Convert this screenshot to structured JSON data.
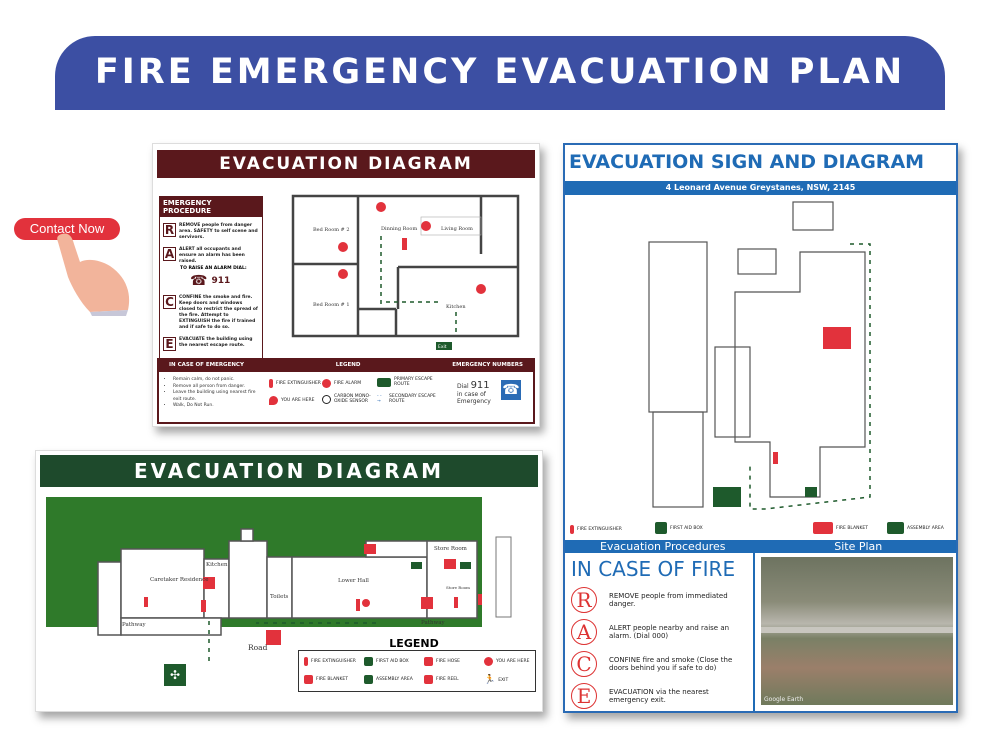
{
  "banner": {
    "title": "FIRE EMERGENCY EVACUATION PLAN"
  },
  "contact": {
    "label": "Contact Now"
  },
  "card1": {
    "title": "EVACUATION DIAGRAM",
    "procedure": {
      "title": "EMERGENCY PROCEDURE",
      "steps": [
        {
          "letter": "R",
          "text": "REMOVE people from danger area. SAFETY to self scene and servivors."
        },
        {
          "letter": "A",
          "text": "ALERT all occupants and ensure an alarm has been raised."
        },
        {
          "letter": "C",
          "text": "CONFINE the smoke and fire. Keep doors and windows closed to restrict the spread of the fire. Attempt to EXTINGUISH the fire if trained and if safe to do so."
        },
        {
          "letter": "E",
          "text": "EVACUATE the building using the nearest escape route."
        }
      ],
      "alarm_label": "TO RAISE AN ALARM DIAL:",
      "alarm_number": "911"
    },
    "rooms": [
      "Bed Room # 2",
      "Dinning Room",
      "Living Room",
      "Bed Room # 1",
      "Kitchen"
    ],
    "exit_label": "Exit",
    "band": {
      "left": "IN CASE OF EMERGENCY",
      "middle": "LEGEND",
      "right": "EMERGENCY NUMBERS"
    },
    "emergency_tips": [
      "Remain calm, do not panic.",
      "Remove all person from danger.",
      "Leave the building using nearest fire exit route.",
      "Walk, Do Not Run."
    ],
    "legend": [
      "FIRE EXTINGUISHER",
      "FIRE ALARM",
      "PRIMARY ESCAPE ROUTE",
      "YOU ARE HERE",
      "CARBON MONO-OXIDE SENSOR",
      "SECONDARY ESCAPE ROUTE"
    ],
    "numbers": {
      "dial": "Dial",
      "number": "911",
      "caption": "in case of Emergency"
    }
  },
  "card2": {
    "title": "EVACUATION DIAGRAM",
    "rooms": [
      "Caretaker Residence",
      "Kitchen",
      "Toilets",
      "Lower Hall",
      "Store Room",
      "Store Room",
      "Pathway",
      "Pathway",
      "Road"
    ],
    "legend_title": "LEGEND",
    "legend": [
      "FIRE EXTINGUISHER",
      "FIRST AID BOX",
      "FIRE HOSE",
      "YOU ARE HERE",
      "FIRE BLANKET",
      "ASSEMBLY AREA",
      "FIRE REEL",
      "EXIT"
    ]
  },
  "card3": {
    "title": "EVACUATION SIGN AND DIAGRAM",
    "address": "4 Leonard Avenue Greystanes, NSW, 2145",
    "legend": [
      "FIRE EXTINGUISHER",
      "FIRST AID BOX",
      "FIRE BLANKET",
      "ASSEMBLY AREA"
    ],
    "sections": [
      "Evacuation Procedures",
      "Site Plan"
    ],
    "fire_title": "IN CASE OF FIRE",
    "race": [
      {
        "letter": "R",
        "text": "REMOVE people from immediated danger."
      },
      {
        "letter": "A",
        "text": "ALERT people nearby and raise an alarm. (Dial 000)"
      },
      {
        "letter": "C",
        "text": "CONFINE fire and smoke (Close the doors behind you if safe to do)"
      },
      {
        "letter": "E",
        "text": "EVACUATION via the nearest emergency exit."
      }
    ],
    "map_credit": "Google Earth"
  },
  "colors": {
    "banner": "#3c4fa3",
    "maroon": "#5a181c",
    "green": "#1e4a2c",
    "blue": "#1f6bb5",
    "red": "#e2323c"
  }
}
